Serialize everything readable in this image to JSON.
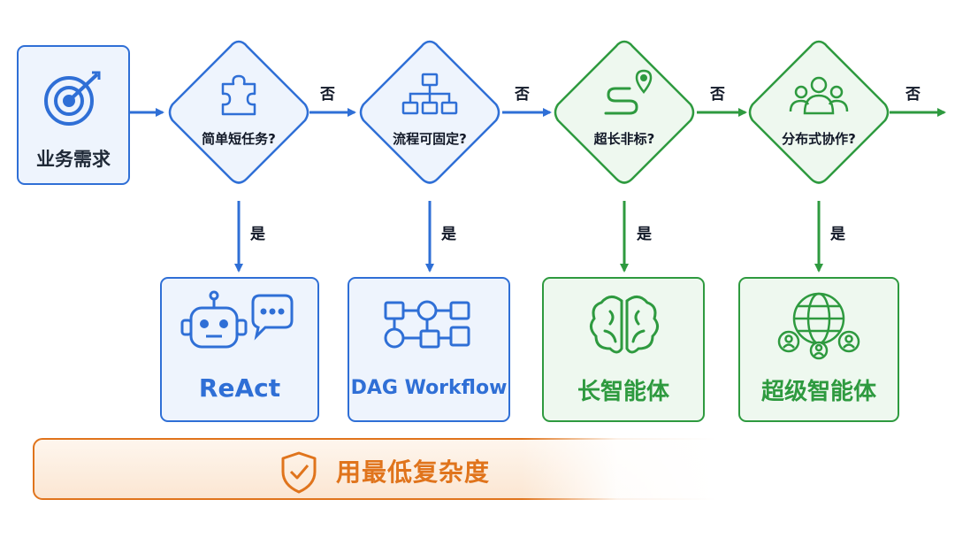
{
  "start": {
    "label": "业务需求"
  },
  "decisions": [
    {
      "question": "简单短任务?",
      "yes": "是",
      "no": "否"
    },
    {
      "question": "流程可固定?",
      "yes": "是",
      "no": "否"
    },
    {
      "question": "超长非标?",
      "yes": "是",
      "no": "否"
    },
    {
      "question": "分布式协作?",
      "yes": "是",
      "no": "否"
    }
  ],
  "results": [
    {
      "label": "ReAct",
      "icon": "robot-chat-icon"
    },
    {
      "label": "DAG Workflow",
      "icon": "dag-workflow-icon"
    },
    {
      "label": "长智能体",
      "icon": "brain-icon"
    },
    {
      "label": "超级智能体",
      "icon": "globe-network-icon"
    }
  ],
  "banner": {
    "text": "用最低复杂度",
    "icon": "shield-check-icon"
  },
  "colors": {
    "blue": "#2f6fd6",
    "blue_fill": "#eef4fd",
    "green": "#2e9a3f",
    "green_fill": "#eef8ef",
    "orange": "#e0741c",
    "orange_fill": "#fdf1e6"
  }
}
